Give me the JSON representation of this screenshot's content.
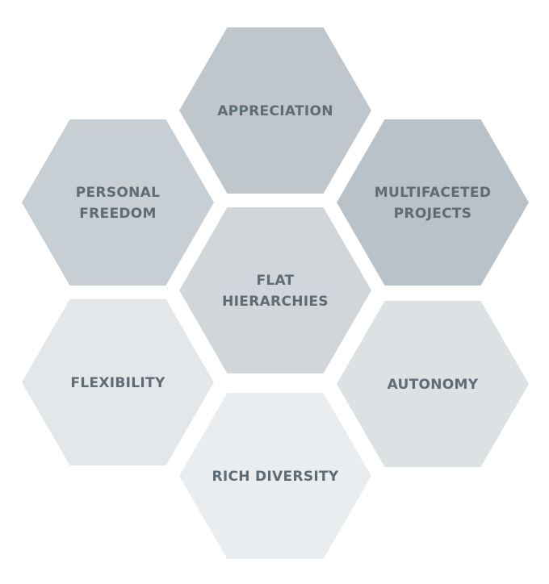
{
  "hexagons": [
    {
      "id": "appreciation",
      "lines": [
        "APPRECIATION"
      ],
      "color": "#bfc7cc"
    },
    {
      "id": "personal-freedom",
      "lines": [
        "PERSONAL",
        "FREEDOM"
      ],
      "color": "#c8cfd4"
    },
    {
      "id": "multifaceted-projects",
      "lines": [
        "MULTIFACETED",
        "PROJECTS"
      ],
      "color": "#b9c2c8"
    },
    {
      "id": "flat-hierarchies",
      "lines": [
        "FLAT",
        "HIERARCHIES"
      ],
      "color": "#d0d6da"
    },
    {
      "id": "flexibility",
      "lines": [
        "FLEXIBILITY"
      ],
      "color": "#e3e7e9"
    },
    {
      "id": "autonomy",
      "lines": [
        "AUTONOMY"
      ],
      "color": "#dce1e4"
    },
    {
      "id": "rich-diversity",
      "lines": [
        "RICH DIVERSITY"
      ],
      "color": "#eaedef"
    }
  ],
  "colors": {
    "text": "#5f6c75",
    "background": "#ffffff"
  }
}
